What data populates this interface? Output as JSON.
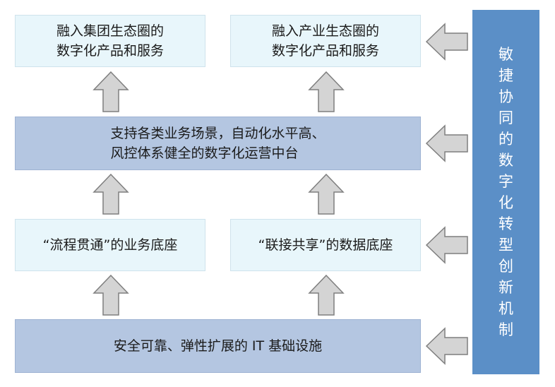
{
  "boxes": {
    "group_ecosystem": [
      "融入集团生态圈的",
      "数字化产品和服务"
    ],
    "industry_ecosystem": [
      "融入产业生态圈的",
      "数字化产品和服务"
    ],
    "middle_platform": [
      "支持各类业务场景，自动化水平高、",
      "风控体系健全的数字化运营中台"
    ],
    "business_base": "“流程贯通”的业务底座",
    "data_base": "“联接共享”的数据底座",
    "infrastructure": "安全可靠、弹性扩展的 IT 基础设施"
  },
  "side_panel": [
    "敏",
    "捷",
    "协",
    "同",
    "的",
    "数",
    "字",
    "化",
    "转",
    "型",
    "创",
    "新",
    "机",
    "制"
  ],
  "colors": {
    "light_box": "#e8f6fb",
    "mid_box": "#b4c6e1",
    "side_panel": "#5b8fc7",
    "arrow_fill": "#d4d4d4",
    "arrow_stroke": "#7f7f7f"
  }
}
